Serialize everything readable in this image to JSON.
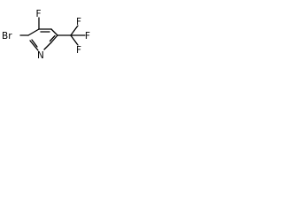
{
  "molecule": {
    "atoms": {
      "fluorine_ring": "F",
      "bromine": "Br",
      "nitrogen": "N",
      "fluorine_cf3_top": "F",
      "fluorine_cf3_right": "F",
      "fluorine_cf3_bottom": "F"
    },
    "colors": {
      "ink": "#000000",
      "background": "#ffffff"
    }
  }
}
